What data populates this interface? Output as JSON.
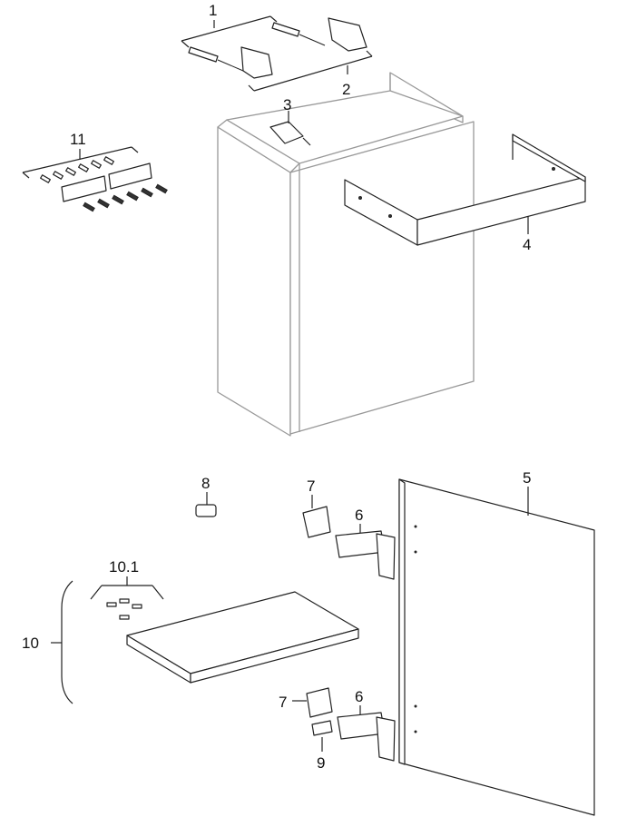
{
  "labels": {
    "p1": "1",
    "p2": "2",
    "p3": "3",
    "p4": "4",
    "p5": "5",
    "p6a": "6",
    "p6b": "6",
    "p7a": "7",
    "p7b": "7",
    "p8": "8",
    "p9": "9",
    "p10": "10",
    "p10_1": "10.1",
    "p11": "11"
  }
}
